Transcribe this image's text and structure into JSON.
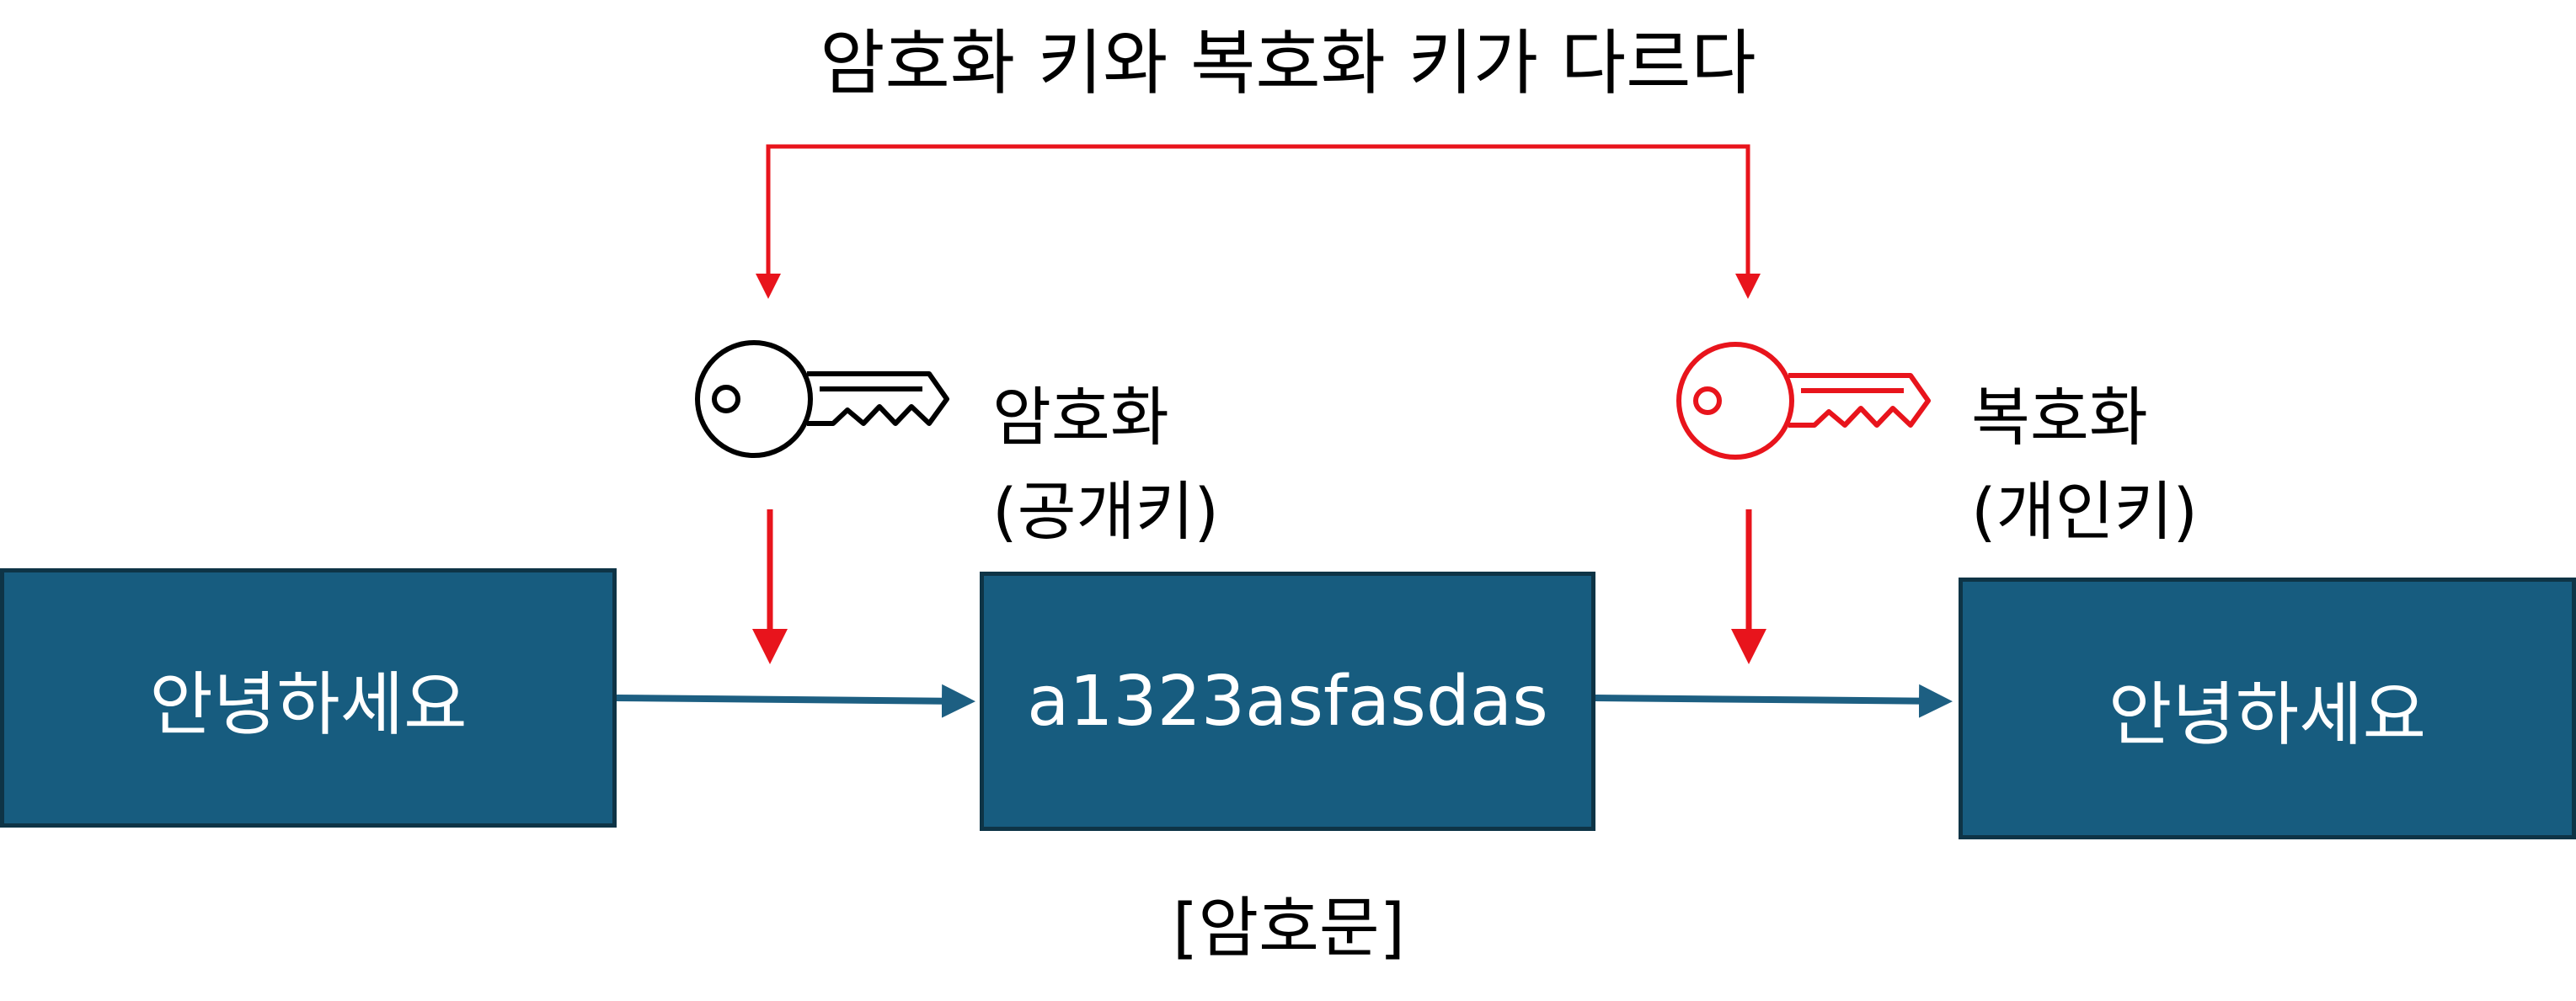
{
  "title": "암호화 키와 복호화 키가 다르다",
  "plaintext_box": {
    "text": "안녕하세요"
  },
  "ciphertext_box": {
    "text": "a1323asfasdas"
  },
  "decrypted_box": {
    "text": "안녕하세요"
  },
  "ciphertext_caption": "[암호문]",
  "encryption_key": {
    "line1": "암호화",
    "line2": "(공개키)",
    "icon": "key-icon",
    "color": "#000000"
  },
  "decryption_key": {
    "line1": "복호화",
    "line2": "(개인키)",
    "icon": "key-icon",
    "color": "#e8141c"
  },
  "colors": {
    "box_fill": "#175c7f",
    "box_border": "#0e3446",
    "flow_arrow": "#1d5f82",
    "key_arrow": "#e8141c"
  }
}
